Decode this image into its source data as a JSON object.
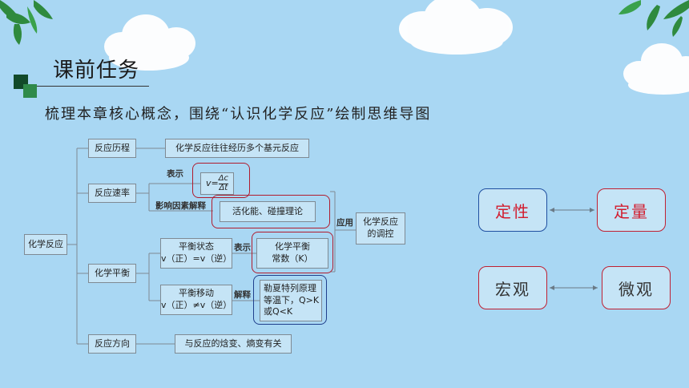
{
  "heading": "课前任务",
  "subtitle": "梳理本章核心概念，围绕“认识化学反应”绘制思维导图",
  "mindmap": {
    "root": "化学反应",
    "history": {
      "label": "反应历程",
      "desc": "化学反应往往经历多个基元反应"
    },
    "rate": {
      "label": "反应速率",
      "represent_label": "表示",
      "formula_v": "v=",
      "formula_num": "Δc",
      "formula_den": "Δt",
      "factors_label": "影响因素解释",
      "theory": "活化能、碰撞理论"
    },
    "equilibrium": {
      "label": "化学平衡",
      "state_title": "平衡状态",
      "state_cond": "v（正）=v（逆）",
      "represent_label": "表示",
      "constant_line1": "化学平衡",
      "constant_line2": "常数（K）",
      "shift_title": "平衡移动",
      "shift_cond": "v（正）≠v（逆）",
      "explain_label": "解释",
      "principle_line1": "勒夏特列原理",
      "principle_line2": "等温下，Q>K",
      "principle_line3": "或Q<K"
    },
    "direction": {
      "label": "反应方向",
      "desc": "与反应的焓变、熵变有关"
    },
    "application_label": "应用",
    "application_line1": "化学反应",
    "application_line2": "的调控"
  },
  "concepts": {
    "qualitative": "定性",
    "quantitative": "定量",
    "macro": "宏观",
    "micro": "微观"
  },
  "colors": {
    "background": "#a9d7f3",
    "node_fill": "#c5e4f6",
    "highlight_red": "#b01c2e",
    "highlight_blue": "#1f3f8c"
  }
}
